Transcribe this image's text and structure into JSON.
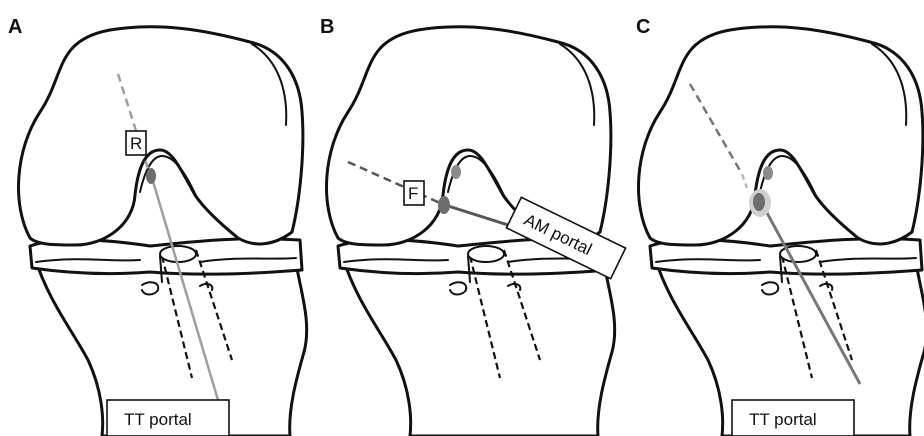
{
  "panels": [
    {
      "letter": "A",
      "labels": {
        "point": "R",
        "portal": "TT portal"
      }
    },
    {
      "letter": "B",
      "labels": {
        "point": "F",
        "portal": "AM portal"
      }
    },
    {
      "letter": "C",
      "labels": {
        "portal": "TT portal"
      }
    }
  ],
  "colors": {
    "outline": "#111111",
    "guide_light": "#9e9e9e",
    "guide_dark": "#555555",
    "footprint": "#6d6d6d",
    "footprint_halo": "#cfcfcf"
  }
}
